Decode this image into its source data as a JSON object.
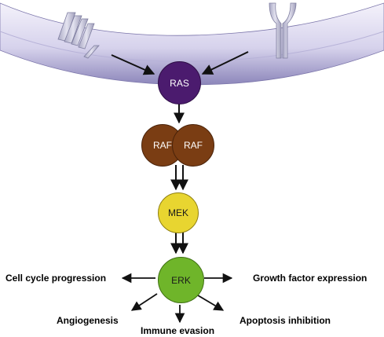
{
  "nodes": {
    "ras": {
      "label": "RAS",
      "color": "#4b1b6e",
      "text_color": "#ffffff"
    },
    "raf_left": {
      "label": "RAF",
      "color": "#7a3d13",
      "text_color": "#ffffff"
    },
    "raf_right": {
      "label": "RAF",
      "color": "#7a3d13",
      "text_color": "#ffffff"
    },
    "mek": {
      "label": "MEK",
      "color": "#e8d530",
      "text_color": "#1a1a1a"
    },
    "erk": {
      "label": "ERK",
      "color": "#6fb52a",
      "text_color": "#1a1a1a"
    }
  },
  "outcomes": {
    "cell_cycle": "Cell cycle progression",
    "growth_factor": "Growth factor expression",
    "angiogenesis": "Angiogenesis",
    "immune_evasion": "Immune evasion",
    "apoptosis": "Apoptosis inhibition"
  },
  "colors": {
    "membrane_light": "#e3e0f3",
    "membrane_dark": "#8b85b8",
    "receptor": "#c4c3d9",
    "arrow": "#111111"
  },
  "icons": {
    "left_receptor": "seven-transmembrane-receptor-icon",
    "right_receptor": "y-shaped-receptor-icon"
  }
}
